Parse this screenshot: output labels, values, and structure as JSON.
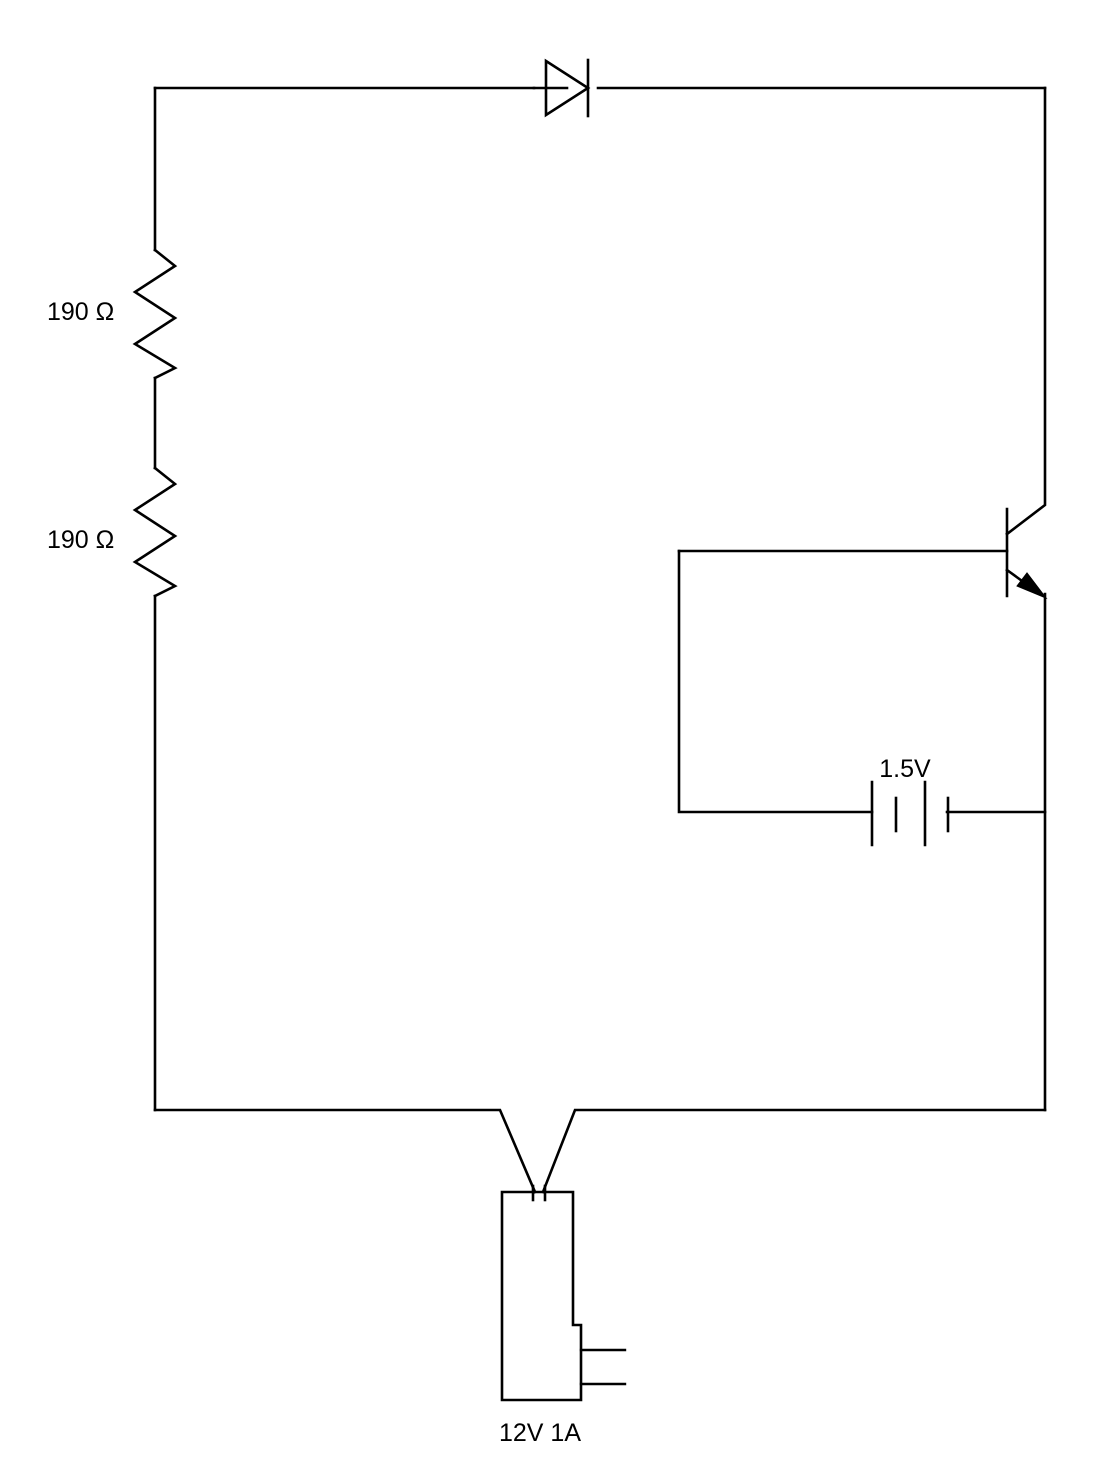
{
  "diagram": {
    "title": "transistor-switch-circuit",
    "stroke_color": "#000000",
    "background_color": "#ffffff"
  },
  "labels": {
    "resistor_top": "190 Ω",
    "resistor_bottom": "190 Ω",
    "battery": "1.5V",
    "power_supply": "12V 1A"
  },
  "components": [
    {
      "name": "diode",
      "type": "diode",
      "label": "",
      "orientation": "horizontal",
      "direction": "right"
    },
    {
      "name": "resistor-top",
      "type": "resistor",
      "label": "190 Ω",
      "orientation": "vertical"
    },
    {
      "name": "resistor-bottom",
      "type": "resistor",
      "label": "190 Ω",
      "orientation": "vertical"
    },
    {
      "name": "transistor",
      "type": "npn-bjt",
      "label": "",
      "terminals": [
        "base",
        "collector",
        "emitter"
      ]
    },
    {
      "name": "battery",
      "type": "battery-2-cell",
      "label": "1.5V",
      "orientation": "horizontal"
    },
    {
      "name": "power-supply",
      "type": "dc-power-supply-box",
      "label": "12V 1A"
    }
  ]
}
